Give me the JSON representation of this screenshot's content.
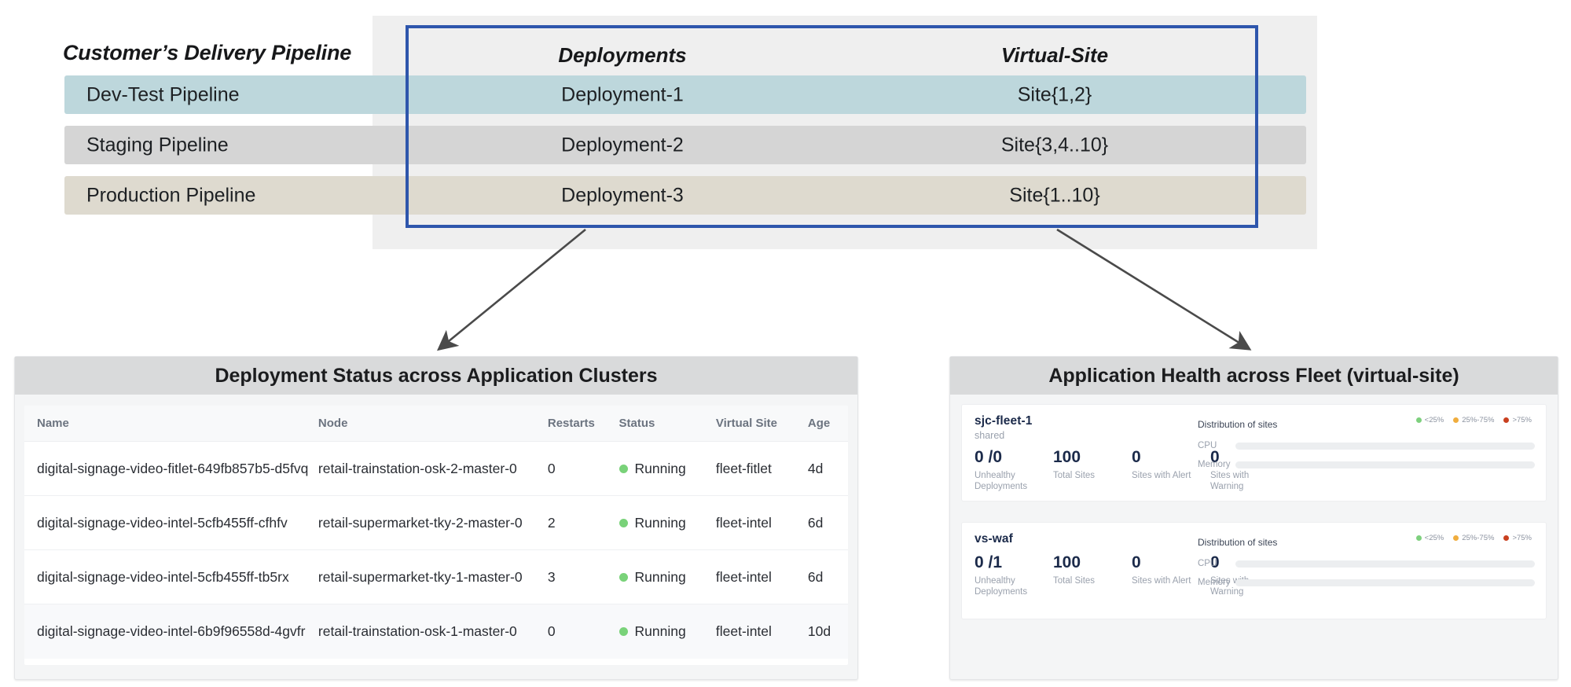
{
  "pipeline": {
    "side_label": "Customer’s Delivery Pipeline",
    "headers": {
      "deployments": "Deployments",
      "virtual_site": "Virtual-Site"
    },
    "rows": [
      {
        "name": "Dev-Test Pipeline",
        "deployment": "Deployment-1",
        "site": "Site{1,2}",
        "color": "#bdd7dc"
      },
      {
        "name": "Staging Pipeline",
        "deployment": "Deployment-2",
        "site": "Site{3,4..10}",
        "color": "#d5d5d5"
      },
      {
        "name": "Production Pipeline",
        "deployment": "Deployment-3",
        "site": "Site{1..10}",
        "color": "#dedacf"
      }
    ],
    "outline_color": "#2e56ac"
  },
  "deployments_panel": {
    "title": "Deployment Status across Application Clusters",
    "columns": [
      "Name",
      "Node",
      "Restarts",
      "Status",
      "Virtual Site",
      "Age"
    ],
    "rows": [
      {
        "name": "digital-signage-video-fitlet-649fb857b5-d5fvq",
        "node": "retail-trainstation-osk-2-master-0",
        "restarts": "0",
        "status": "Running",
        "virtual_site": "fleet-fitlet",
        "age": "4d"
      },
      {
        "name": "digital-signage-video-intel-5cfb455ff-cfhfv",
        "node": "retail-supermarket-tky-2-master-0",
        "restarts": "2",
        "status": "Running",
        "virtual_site": "fleet-intel",
        "age": "6d"
      },
      {
        "name": "digital-signage-video-intel-5cfb455ff-tb5rx",
        "node": "retail-supermarket-tky-1-master-0",
        "restarts": "3",
        "status": "Running",
        "virtual_site": "fleet-intel",
        "age": "6d"
      },
      {
        "name": "digital-signage-video-intel-6b9f96558d-4gvfr",
        "node": "retail-trainstation-osk-1-master-0",
        "restarts": "0",
        "status": "Running",
        "virtual_site": "fleet-intel",
        "age": "10d"
      }
    ],
    "status_color": "#79d279"
  },
  "fleet_panel": {
    "title": "Application Health across Fleet (virtual-site)",
    "dist_title": "Distribution of sites",
    "legend": [
      {
        "label": "<25%",
        "color": "#7ed07e"
      },
      {
        "label": "25%-75%",
        "color": "#f0ad3e"
      },
      {
        "label": ">75%",
        "color": "#c9401f"
      }
    ],
    "bar_rows": [
      "CPU",
      "Memory"
    ],
    "tiles": [
      {
        "name": "sjc-fleet-1",
        "sub": "shared",
        "metrics": [
          {
            "value": "0 /0",
            "label": "Unhealthy Deployments"
          },
          {
            "value": "100",
            "label": "Total Sites"
          },
          {
            "value": "0",
            "label": "Sites with Alert"
          },
          {
            "value": "0",
            "label": "Sites with Warning"
          }
        ],
        "bars": [
          {
            "row": "CPU",
            "pct": 100
          },
          {
            "row": "Memory",
            "pct": 100
          }
        ]
      },
      {
        "name": "vs-waf",
        "sub": "",
        "metrics": [
          {
            "value": "0 /1",
            "label": "Unhealthy Deployments"
          },
          {
            "value": "100",
            "label": "Total Sites"
          },
          {
            "value": "0",
            "label": "Sites with Alert"
          },
          {
            "value": "0",
            "label": "Sites with Warning"
          }
        ],
        "bars": [
          {
            "row": "CPU",
            "pct": 100
          },
          {
            "row": "Memory",
            "pct": 100
          }
        ]
      }
    ]
  }
}
